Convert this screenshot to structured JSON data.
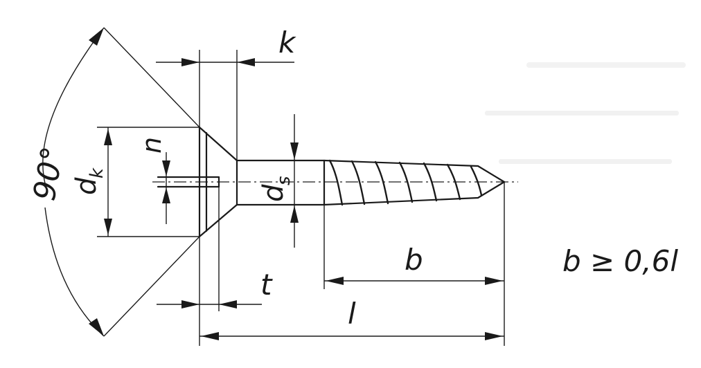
{
  "labels": {
    "angle": "90°",
    "head_diameter": "d",
    "head_diameter_sub": "k",
    "slot_width": "n",
    "head_height": "k",
    "shank_diameter": "d",
    "shank_diameter_sub": "s",
    "slot_depth": "t",
    "thread_length": "b",
    "total_length": "l",
    "formula": "b ≥ 0,6l"
  }
}
